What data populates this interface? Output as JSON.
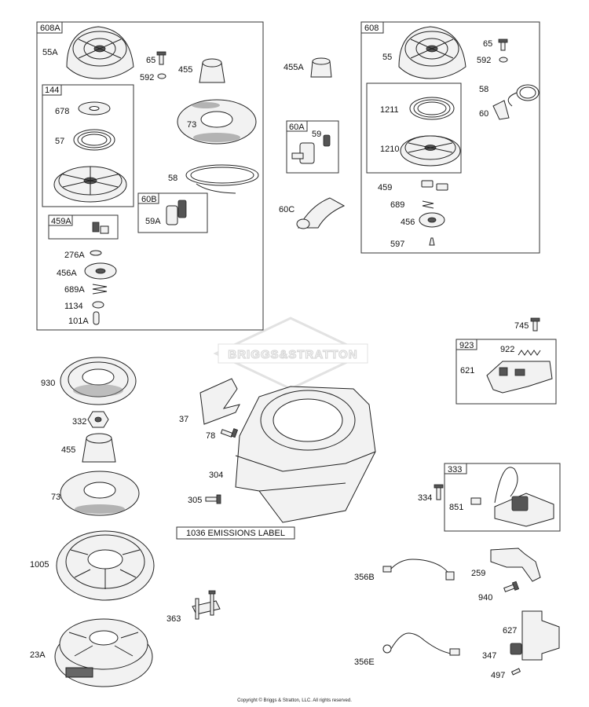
{
  "watermark": "BRIGGS&STRATTON",
  "copyright": "Copyright © Briggs & Stratton, LLC. All rights reserved.",
  "emissions_label": "1036 EMISSIONS LABEL",
  "groups": {
    "g608A": "608A",
    "g144": "144",
    "g459A": "459A",
    "g60B": "60B",
    "g60A": "60A",
    "g608": "608",
    "g923": "923",
    "g333": "333"
  },
  "labels": {
    "l55A": "55A",
    "l65a": "65",
    "l592a": "592",
    "l455a": "455",
    "l455A": "455A",
    "l678": "678",
    "l57": "57",
    "l73a": "73",
    "l58a": "58",
    "l59A": "59A",
    "l276A": "276A",
    "l456A": "456A",
    "l689A": "689A",
    "l1134": "1134",
    "l101A": "101A",
    "l59": "59",
    "l60C": "60C",
    "l55": "55",
    "l65b": "65",
    "l592b": "592",
    "l1211": "1211",
    "l1210": "1210",
    "l58b": "58",
    "l60": "60",
    "l459": "459",
    "l689": "689",
    "l456": "456",
    "l597": "597",
    "l745": "745",
    "l922": "922",
    "l621": "621",
    "l930": "930",
    "l332": "332",
    "l455b": "455",
    "l73b": "73",
    "l1005": "1005",
    "l23A": "23A",
    "l37": "37",
    "l78": "78",
    "l304": "304",
    "l305": "305",
    "l363": "363",
    "l334": "334",
    "l851": "851",
    "l356B": "356B",
    "l259": "259",
    "l940": "940",
    "l627": "627",
    "l347": "347",
    "l497": "497",
    "l356E": "356E"
  }
}
